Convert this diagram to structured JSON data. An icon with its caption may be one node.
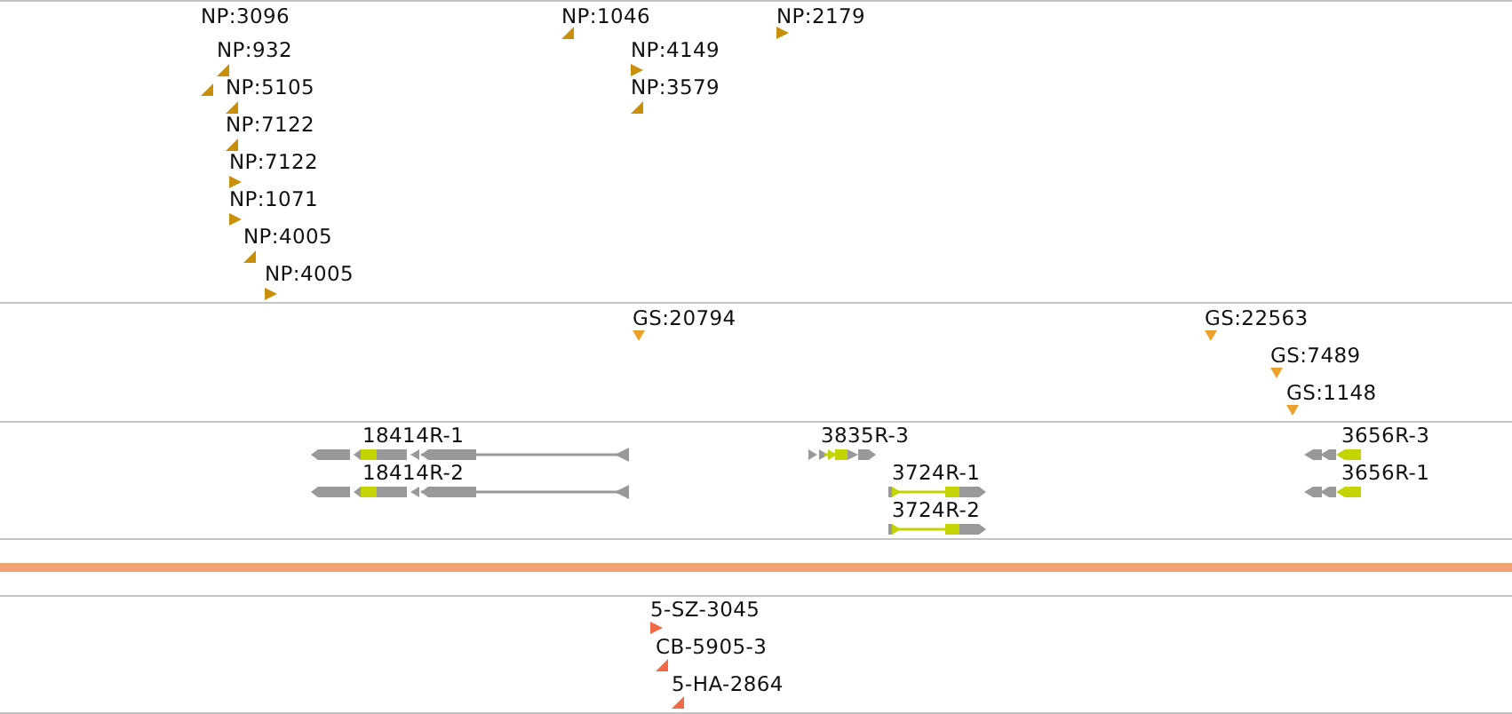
{
  "diagram": {
    "labels": [
      "NP:3096",
      "NP:1046",
      "NP:2179",
      "NP:932",
      "NP:4149",
      "NP:5105",
      "NP:3579",
      "NP:7122",
      "NP:7122",
      "NP:1071",
      "NP:4005",
      "NP:4005",
      "GS:20794",
      "GS:22563",
      "GS:7489",
      "GS:1148",
      "18414R-1",
      "3835R-3",
      "3656R-3",
      "18414R-2",
      "3724R-1",
      "3656R-1",
      "3724R-2",
      "5-SZ-3045",
      "CB-5905-3",
      "5-HA-2864"
    ]
  }
}
